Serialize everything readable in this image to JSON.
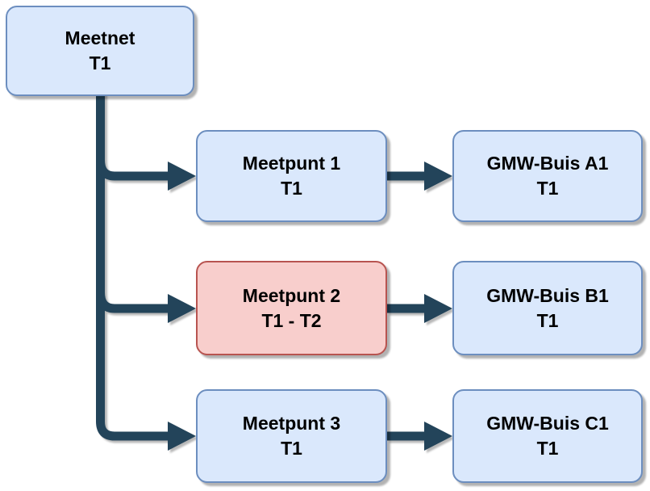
{
  "colors": {
    "blue_fill": "#dae8fc",
    "blue_border": "#6c8ebf",
    "red_fill": "#f8cecc",
    "red_border": "#b85450",
    "connector": "#23445a",
    "text": "#000000"
  },
  "nodes": {
    "meetnet": {
      "line1": "Meetnet",
      "line2": "T1",
      "style": "blue"
    },
    "meetpunt1": {
      "line1": "Meetpunt 1",
      "line2": "T1",
      "style": "blue"
    },
    "meetpunt2": {
      "line1": "Meetpunt 2",
      "line2": "T1 - T2",
      "style": "red"
    },
    "meetpunt3": {
      "line1": "Meetpunt 3",
      "line2": "T1",
      "style": "blue"
    },
    "gmw_buis_a1": {
      "line1": "GMW-Buis A1",
      "line2": "T1",
      "style": "blue"
    },
    "gmw_buis_b1": {
      "line1": "GMW-Buis B1",
      "line2": "T1",
      "style": "blue"
    },
    "gmw_buis_c1": {
      "line1": "GMW-Buis C1",
      "line2": "T1",
      "style": "blue"
    }
  },
  "edges": [
    {
      "from": "meetnet",
      "to": "meetpunt1"
    },
    {
      "from": "meetnet",
      "to": "meetpunt2"
    },
    {
      "from": "meetnet",
      "to": "meetpunt3"
    },
    {
      "from": "meetpunt1",
      "to": "gmw_buis_a1"
    },
    {
      "from": "meetpunt2",
      "to": "gmw_buis_b1"
    },
    {
      "from": "meetpunt3",
      "to": "gmw_buis_c1"
    }
  ]
}
